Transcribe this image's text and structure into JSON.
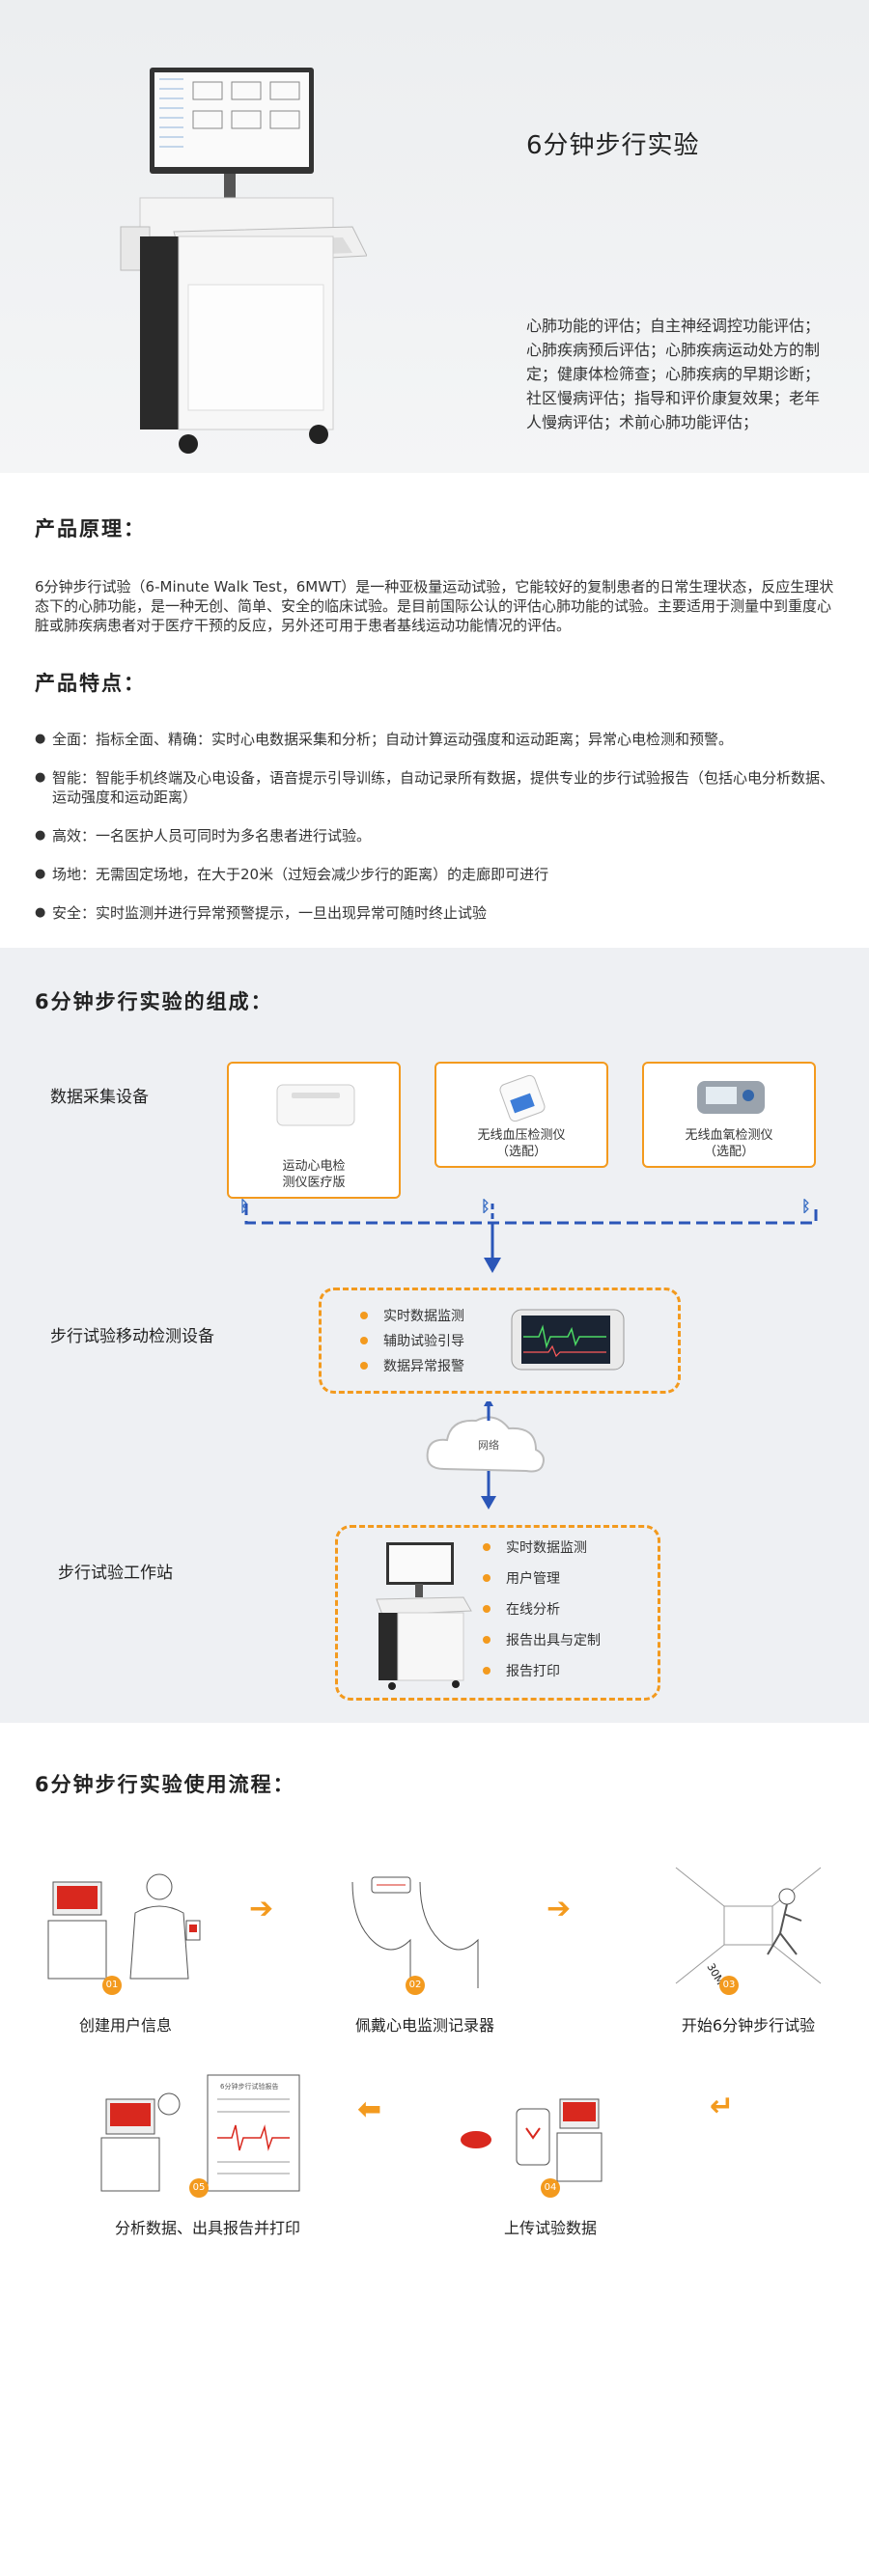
{
  "hero": {
    "title": "6分钟步行实验",
    "description": "心肺功能的评估；自主神经调控功能评估；心肺疾病预后评估；心肺疾病运动处方的制定；健康体检筛查；心肺疾病的早期诊断；社区慢病评估；指导和评价康复效果；老年人慢病评估；术前心肺功能评估；"
  },
  "principle": {
    "heading": "产品原理：",
    "text": "6分钟步行试验（6-Minute Walk Test，6MWT）是一种亚极量运动试验，它能较好的复制患者的日常生理状态，反应生理状态下的心肺功能，是一种无创、简单、安全的临床试验。是目前国际公认的评估心肺功能的试验。主要适用于测量中到重度心脏或肺疾病患者对于医疗干预的反应，另外还可用于患者基线运动功能情况的评估。"
  },
  "features": {
    "heading": "产品特点：",
    "items": [
      "全面：指标全面、精确：实时心电数据采集和分析；自动计算运动强度和运动距离；异常心电检测和预警。",
      "智能：智能手机终端及心电设备，语音提示引导训练，自动记录所有数据，提供专业的步行试验报告（包括心电分析数据、运动强度和运动距离）",
      "高效：一名医护人员可同时为多名患者进行试验。",
      "场地：无需固定场地，在大于20米（过短会减少步行的距离）的走廊即可进行",
      "安全：实时监测并进行异常预警提示，一旦出现异常可随时终止试验"
    ]
  },
  "composition": {
    "heading": "6分钟步行实验的组成：",
    "acquisition_label": "数据采集设备",
    "devices": [
      {
        "line1": "运动心电检",
        "line2": "测仪医疗版"
      },
      {
        "line1": "无线血压检测仪",
        "line2": "（选配）"
      },
      {
        "line1": "无线血氧检测仪",
        "line2": "（选配）"
      }
    ],
    "mobile_label": "步行试验移动检测设备",
    "mobile_features": [
      "实时数据监测",
      "辅助试验引导",
      "数据异常报警"
    ],
    "network_label": "网络",
    "workstation_label": "步行试验工作站",
    "workstation_features": [
      "实时数据监测",
      "用户管理",
      "在线分析",
      "报告出具与定制",
      "报告打印"
    ]
  },
  "process": {
    "heading": "6分钟步行实验使用流程：",
    "steps": [
      {
        "num": "01",
        "label": "创建用户信息"
      },
      {
        "num": "02",
        "label": "佩戴心电监测记录器"
      },
      {
        "num": "03",
        "label": "开始6分钟步行试验"
      },
      {
        "num": "04",
        "label": "上传试验数据"
      },
      {
        "num": "05",
        "label": "分析数据、出具报告并打印"
      }
    ],
    "distance_mark": "30M",
    "report_title": "6分钟步行试验报告"
  },
  "colors": {
    "accent": "#f39a1e",
    "bluetooth": "#3a6fc4",
    "connector": "#2b56b8"
  }
}
